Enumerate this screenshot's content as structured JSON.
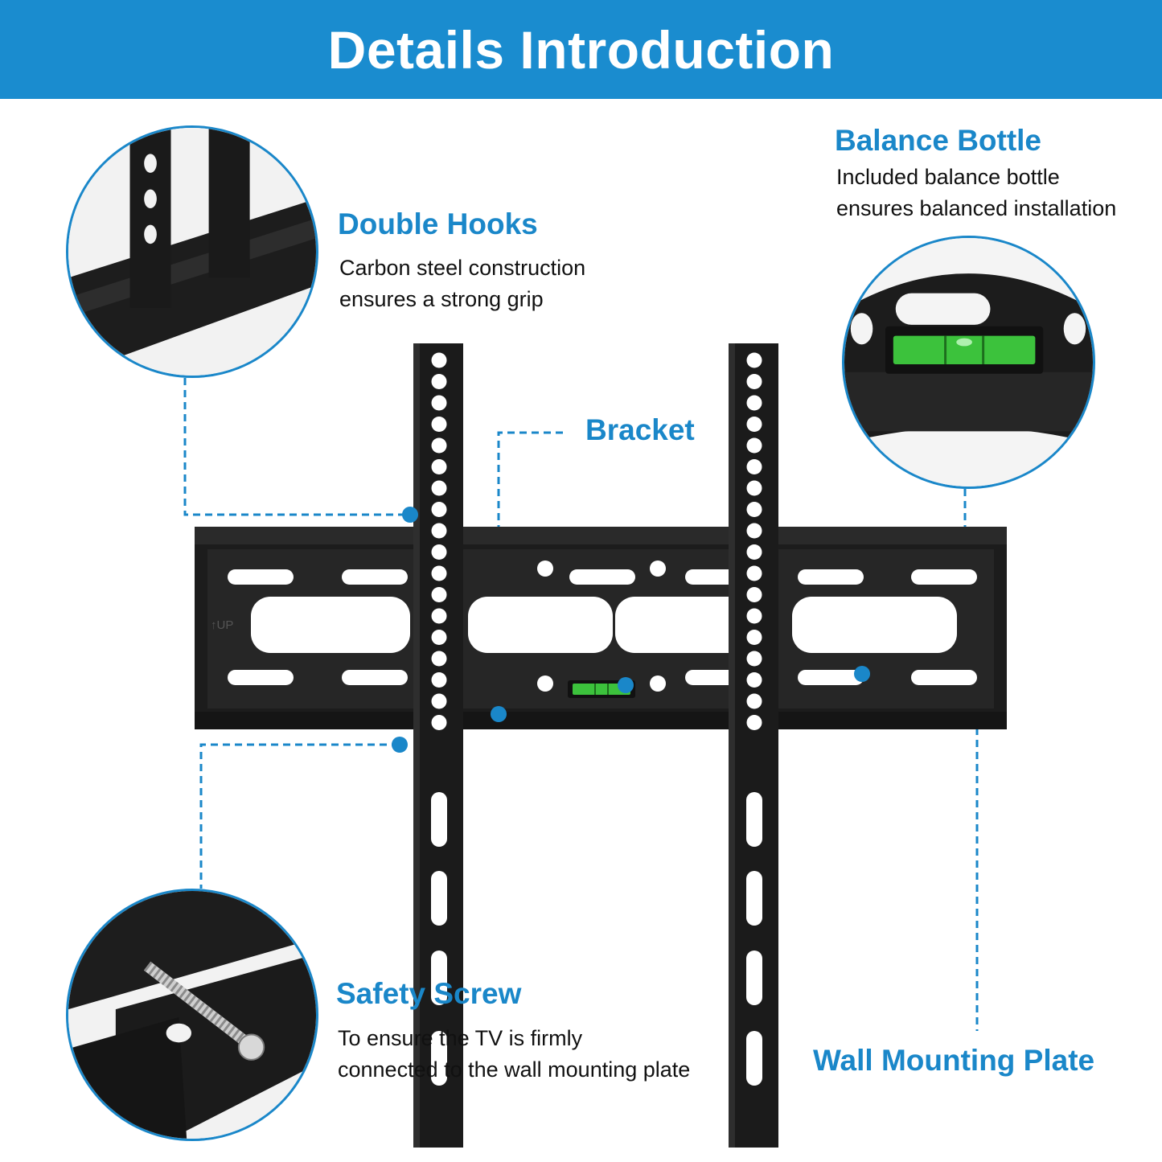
{
  "banner": {
    "title": "Details Introduction"
  },
  "features": {
    "double_hooks": {
      "title": "Double Hooks",
      "desc_line1": "Carbon steel construction",
      "desc_line2": "ensures a strong grip"
    },
    "balance_bottle": {
      "title": "Balance Bottle",
      "desc_line1": "Included balance bottle",
      "desc_line2": "ensures balanced installation"
    },
    "bracket": {
      "title": "Bracket"
    },
    "safety_screw": {
      "title": "Safety Screw",
      "desc_line1": "To ensure the TV is firmly",
      "desc_line2": "connected to the wall mounting plate"
    },
    "wall_mounting_plate": {
      "title": "Wall Mounting Plate"
    }
  },
  "plate_mark": "↑UP",
  "colors": {
    "accent": "#1a8ccf",
    "label_blue": "#1a87c9",
    "metal": "#1c1c1c",
    "level_green": "#3cc23c"
  }
}
